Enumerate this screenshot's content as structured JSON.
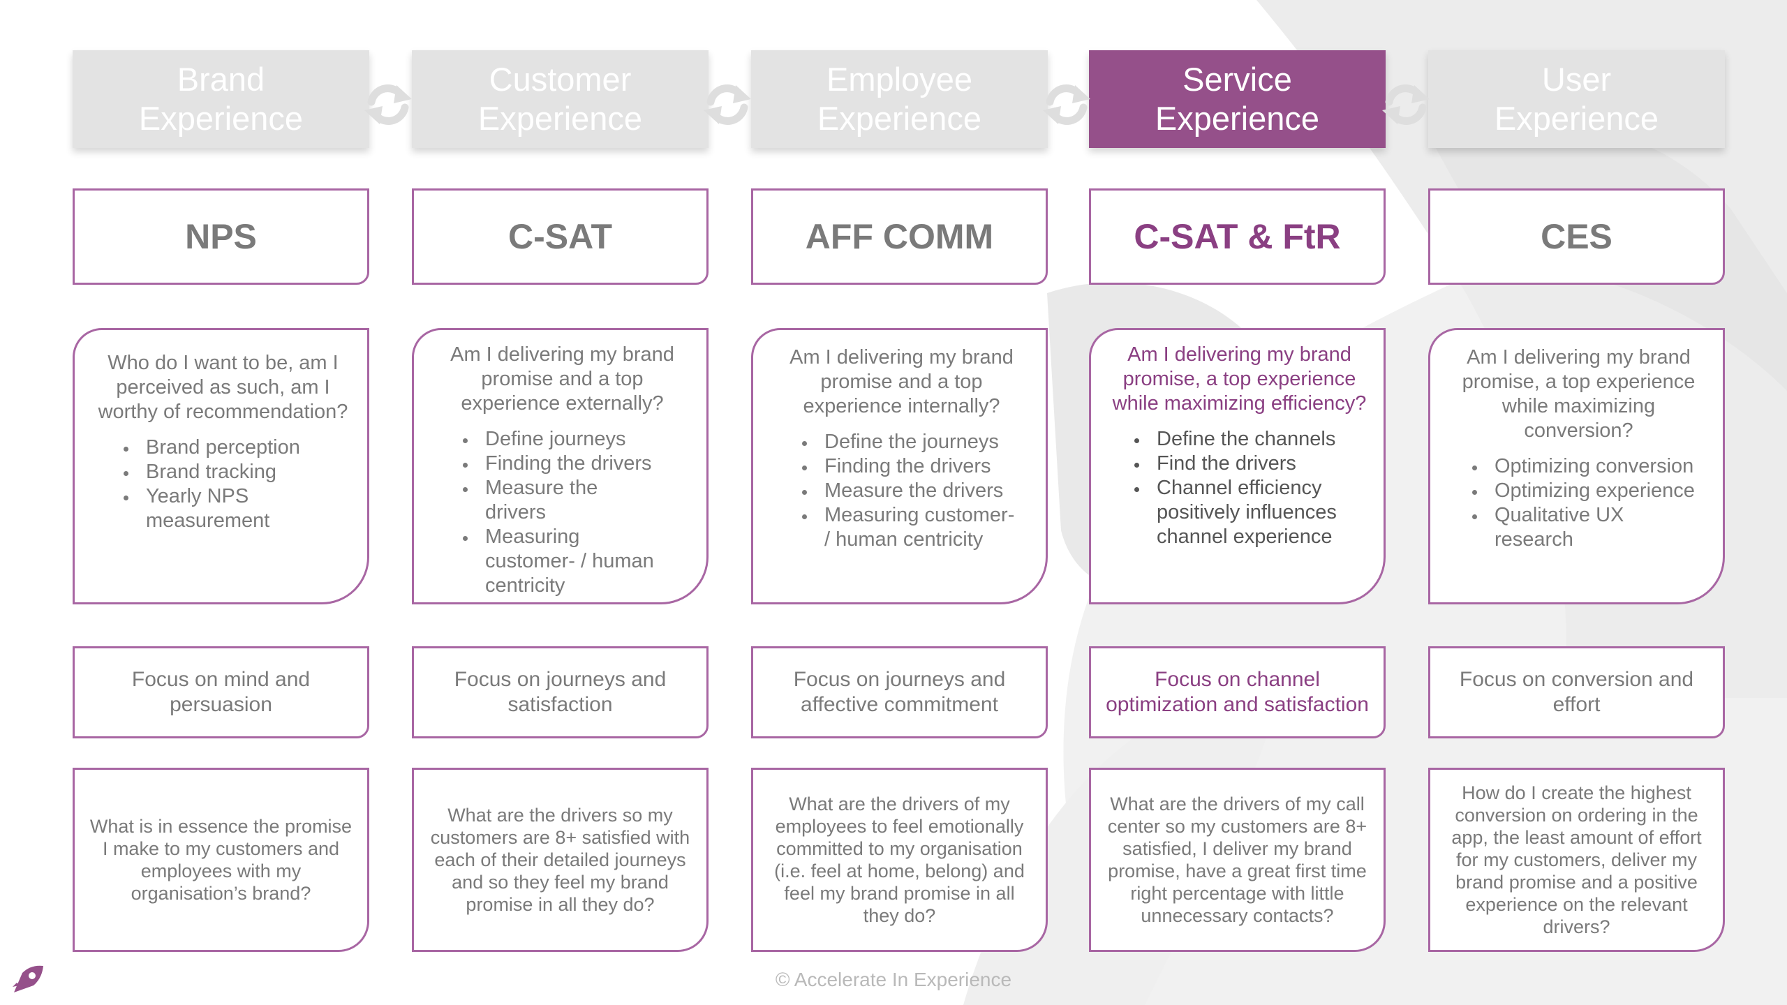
{
  "colors": {
    "accent": "#95508a",
    "accent_text": "#8a3f82",
    "inactive_header": "#e3e3e3",
    "border": "#a866a3",
    "text": "#7a7a7a"
  },
  "connector_icon": "refresh-cycle-icon",
  "columns": [
    {
      "header_line1": "Brand",
      "header_line2": "Experience",
      "metric": "NPS",
      "question": "Who do I want to be, am I perceived as such, am I worthy of recommendation?",
      "bullets": [
        "Brand perception",
        "Brand tracking",
        "Yearly NPS measurement"
      ],
      "focus": "Focus on mind and persuasion",
      "bottom": "What is in essence the promise I make to my customers and employees with my organisation’s brand?"
    },
    {
      "header_line1": "Customer",
      "header_line2": "Experience",
      "metric": "C-SAT",
      "question": "Am I delivering my brand promise and a top experience externally?",
      "bullets": [
        "Define journeys",
        "Finding the drivers",
        "Measure the drivers",
        "Measuring customer- / human centricity"
      ],
      "focus": "Focus on journeys and satisfaction",
      "bottom": "What are the drivers so my customers are 8+ satisfied with each of their detailed journeys and so they feel my brand promise in all they do?"
    },
    {
      "header_line1": "Employee",
      "header_line2": "Experience",
      "metric": "AFF COMM",
      "question": "Am I delivering my brand promise and a top experience internally?",
      "bullets": [
        "Define the journeys",
        "Finding the drivers",
        "Measure the drivers",
        "Measuring customer- / human centricity"
      ],
      "focus": "Focus on journeys and affective commitment",
      "bottom": "What are the drivers of my employees to feel emotionally committed to my organisation (i.e. feel at home, belong) and feel my brand promise in all they do?"
    },
    {
      "header_line1": "Service",
      "header_line2": "Experience",
      "metric": "C-SAT & FtR",
      "question": "Am I delivering my brand promise, a top experience while maximizing efficiency?",
      "bullets": [
        "Define the channels",
        "Find the drivers",
        "Channel efficiency positively influences channel experience"
      ],
      "focus": "Focus on channel optimization and satisfaction",
      "bottom": "What are the drivers of my call center so my customers are 8+ satisfied, I deliver my brand promise, have a great first time right percentage with little unnecessary contacts?"
    },
    {
      "header_line1": "User",
      "header_line2": "Experience",
      "metric": "CES",
      "question": "Am I delivering my brand promise, a top experience while maximizing conversion?",
      "bullets": [
        "Optimizing conversion",
        "Optimizing experience",
        "Qualitative UX research"
      ],
      "focus": "Focus on conversion and effort",
      "bottom": "How do I create the highest conversion on ordering in the app, the least amount of effort for my customers, deliver my brand promise and a positive experience on the relevant drivers?"
    }
  ],
  "footer": {
    "copyright": "© Accelerate In Experience",
    "logo_icon": "rocket-logo-icon"
  }
}
